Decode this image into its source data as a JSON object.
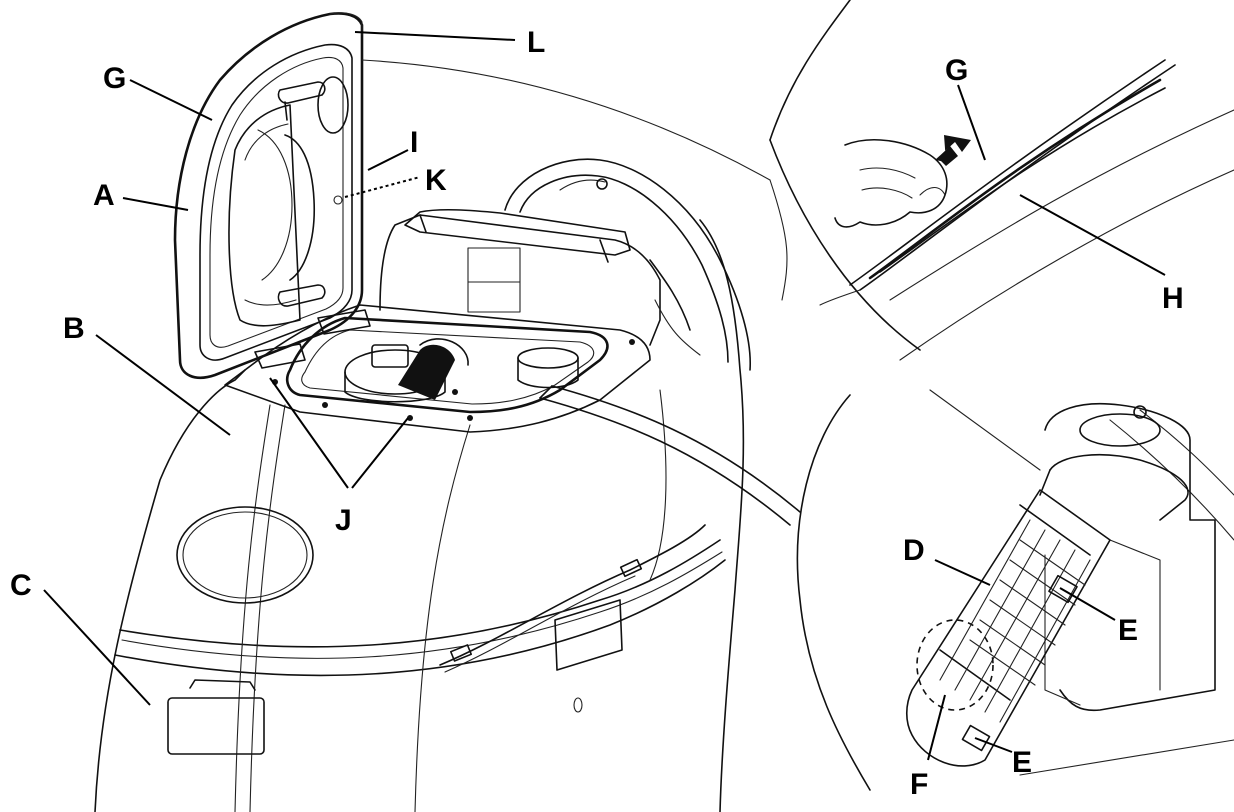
{
  "labels": {
    "a": "A",
    "b": "B",
    "c": "C",
    "d": "D",
    "e_upper": "E",
    "e_lower": "E",
    "f": "F",
    "g_main": "G",
    "g_inset": "G",
    "h": "H",
    "i": "I",
    "j": "J",
    "k": "K",
    "l": "L"
  },
  "icons": {
    "arrow": "direction-arrow-icon",
    "hand": "hand-icon",
    "filter": "filter-cartridge-icon"
  }
}
